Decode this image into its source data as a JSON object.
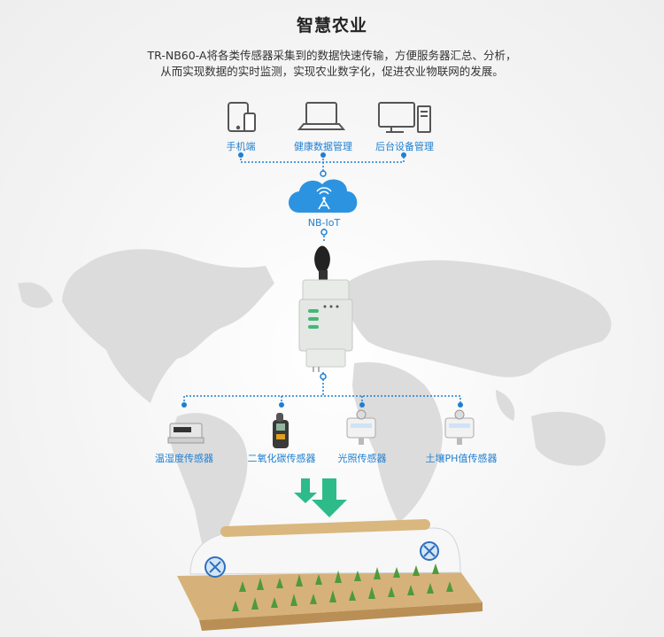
{
  "title": "智慧农业",
  "description": {
    "line1": "TR-NB60-A将各类传感器采集到的数据快速传输，方便服务器汇总、分析，",
    "line2": "从而实现数据的实时监测，实现农业数字化，促进农业物联网的发展。"
  },
  "top_devices": [
    {
      "label": "手机端",
      "icon": "tablet-phone-icon"
    },
    {
      "label": "健康数据管理",
      "icon": "laptop-icon"
    },
    {
      "label": "后台设备管理",
      "icon": "desktop-computer-icon"
    }
  ],
  "cloud": {
    "label": "NB-IoT",
    "icon": "cloud-antenna-icon"
  },
  "gateway": {
    "icon": "din-rail-gateway-icon"
  },
  "sensors": [
    {
      "label": "温湿度传感器",
      "icon": "temp-humidity-sensor-icon"
    },
    {
      "label": "二氧化碳传感器",
      "icon": "co2-sensor-icon"
    },
    {
      "label": "光照传感器",
      "icon": "light-sensor-icon"
    },
    {
      "label": "土壤PH值传感器",
      "icon": "soil-ph-sensor-icon"
    }
  ],
  "colors": {
    "accent": "#1f7fd1",
    "arrow": "#2dbb8a",
    "map": "#dedede"
  }
}
